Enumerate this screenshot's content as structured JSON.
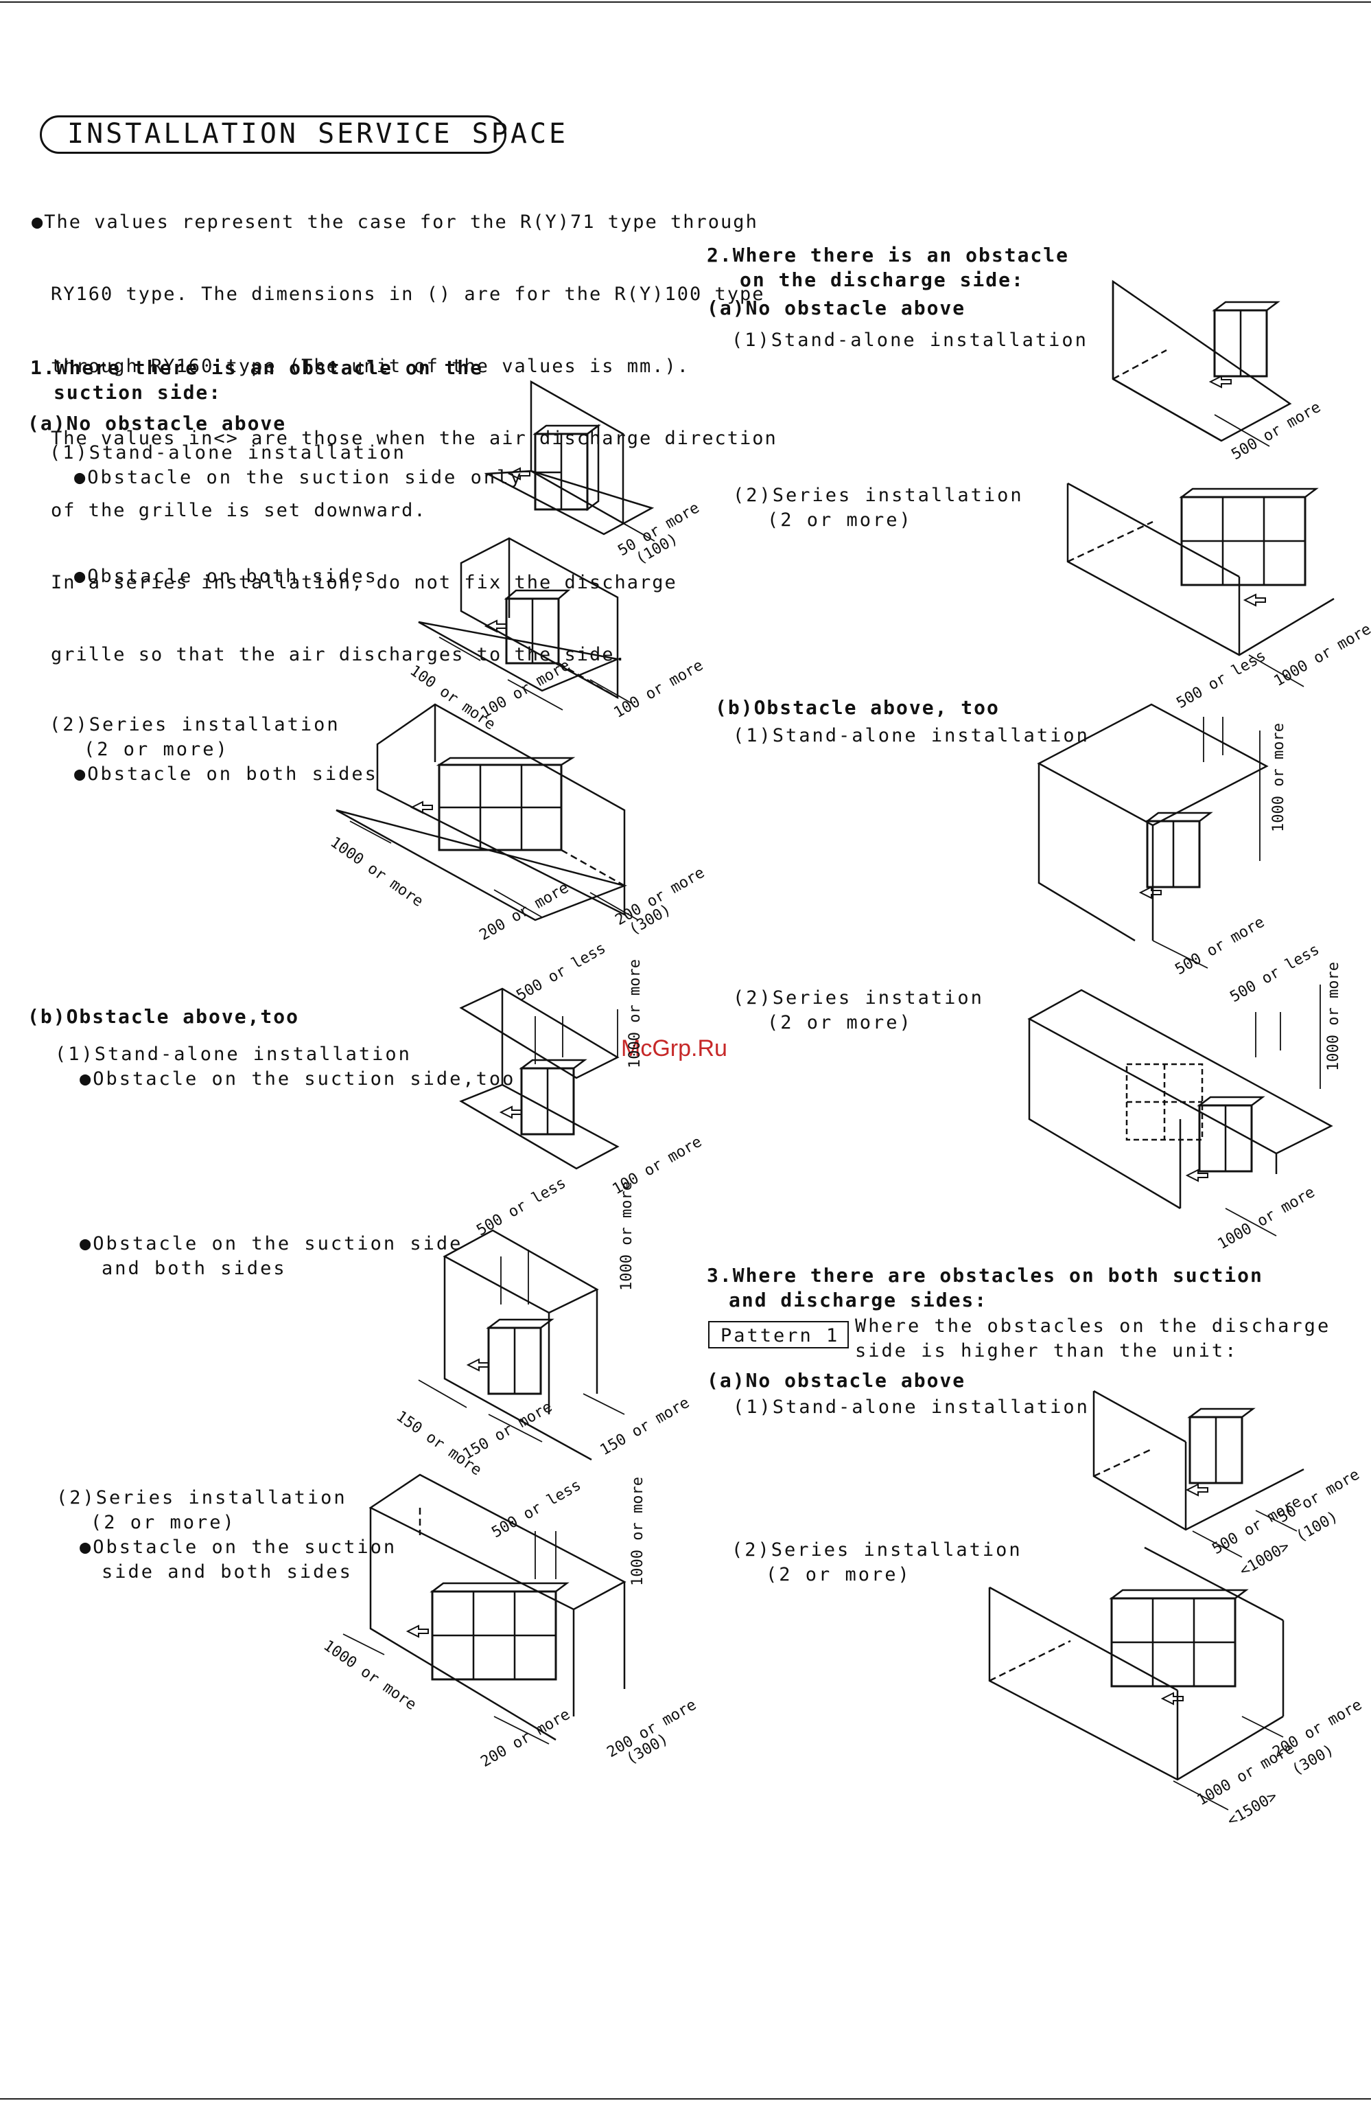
{
  "title": "INSTALLATION SERVICE SPACE",
  "notes": [
    "The values represent the case for the R(Y)71 type through",
    "RY160 type. The dimensions in () are for the R(Y)100 type",
    "through RY160 type (The unit of the values is mm.).",
    "The values in<> are those when the air discharge direction",
    "of the grille is set downward.",
    "In a series installation, do not fix the discharge",
    "grille so that the air discharges to the side."
  ],
  "bullet": "●",
  "section1": {
    "title_line1": "1.Where there is an obstacle on the",
    "title_line2": "suction side:",
    "a_title": "(a)No obstacle above",
    "a1": "(1)Stand-alone installation",
    "a1_case1": "●Obstacle on the suction side only",
    "a1_case2": "●Obstacle on both sides",
    "a2_line1": "(2)Series installation",
    "a2_line2": "(2 or more)",
    "a2_case": "●Obstacle on both sides",
    "b_title": "(b)Obstacle above,too",
    "b1": "(1)Stand-alone installation",
    "b1_case1": "●Obstacle on the suction side,too",
    "b1_case2_line1": "●Obstacle on the suction side",
    "b1_case2_line2": "and both sides",
    "b2_line1": "(2)Series installation",
    "b2_line2": "(2 or more)",
    "b2_case_line1": "●Obstacle on the suction",
    "b2_case_line2": "side and both sides"
  },
  "section2": {
    "title_line1": "2.Where there is an obstacle",
    "title_line2": "on the discharge side:",
    "a_title": "(a)No obstacle above",
    "a1": "(1)Stand-alone installation",
    "a2_line1": "(2)Series installation",
    "a2_line2": "(2 or more)",
    "b_title": "(b)Obstacle above, too",
    "b1": "(1)Stand-alone installation",
    "b2_line1": "(2)Series instation",
    "b2_line2": "(2 or more)"
  },
  "section3": {
    "title_line1": "3.Where there are obstacles on both suction",
    "title_line2": "and discharge sides:",
    "pattern": "Pattern 1",
    "pattern_desc_line1": "Where the obstacles on the discharge",
    "pattern_desc_line2": "side is higher than the unit:",
    "a_title": "(a)No obstacle above",
    "a1": "(1)Stand-alone installation",
    "a2_line1": "(2)Series installation",
    "a2_line2": "(2 or more)"
  },
  "dimensions": {
    "d1_a": "50 or more",
    "d1_a2": "(100)",
    "d2_a": "100 or more",
    "d2_b": "100 or more",
    "d2_c": "100 or more",
    "d3_a": "1000 or more",
    "d3_b": "200 or more",
    "d3_c": "200 or more",
    "d3_c2": "(300)",
    "d4_a": "500 or less",
    "d4_b": "1000 or more",
    "d4_c": "100 or more",
    "d5_a": "500 or less",
    "d5_b": "1000 or more",
    "d5_c": "150 or more",
    "d5_d": "150 or more",
    "d5_e": "150 or more",
    "d6_a": "500 or less",
    "d6_b": "1000 or more",
    "d6_c": "1000 or more",
    "d6_d": "200 or more",
    "d6_e": "200 or more",
    "d6_e2": "(300)",
    "d7_a": "500 or more",
    "d8_a": "1000 or more",
    "d9_a": "500 or less",
    "d9_b": "1000 or more",
    "d9_c": "500 or more",
    "d10_a": "500 or less",
    "d10_b": "1000 or more",
    "d10_c": "1000 or more",
    "d11_a": "500 or more",
    "d11_a2": "<1000>",
    "d11_b": "50 or more",
    "d11_b2": "(100)",
    "d12_a": "1000 or more",
    "d12_a2": "<1500>",
    "d12_b": "200 or more",
    "d12_b2": "(300)"
  },
  "watermark": "McGrp.Ru"
}
